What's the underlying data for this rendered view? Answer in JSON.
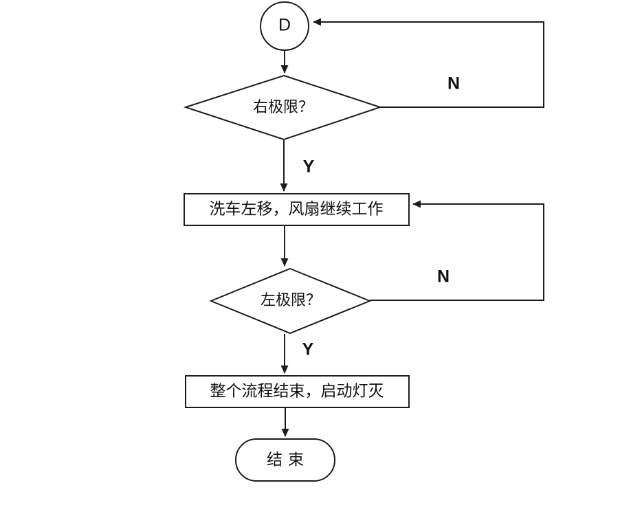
{
  "diagram": {
    "background": "#ffffff",
    "stroke_color": "#1c1c1c",
    "nodes": {
      "connector_d": {
        "type": "connector-circle",
        "label": "D"
      },
      "decision_right_limit": {
        "type": "decision",
        "label": "右极限？"
      },
      "process_move_left": {
        "type": "process",
        "label": "洗车左移，风扇继续工作"
      },
      "decision_left_limit": {
        "type": "decision",
        "label": "左极限？"
      },
      "process_finish": {
        "type": "process",
        "label": "整个流程结束，启动灯灭"
      },
      "terminator_end": {
        "type": "terminator",
        "label": "结束"
      }
    },
    "edge_labels": {
      "decision1_yes": "Y",
      "decision1_no": "N",
      "decision2_yes": "Y",
      "decision2_no": "N"
    }
  }
}
